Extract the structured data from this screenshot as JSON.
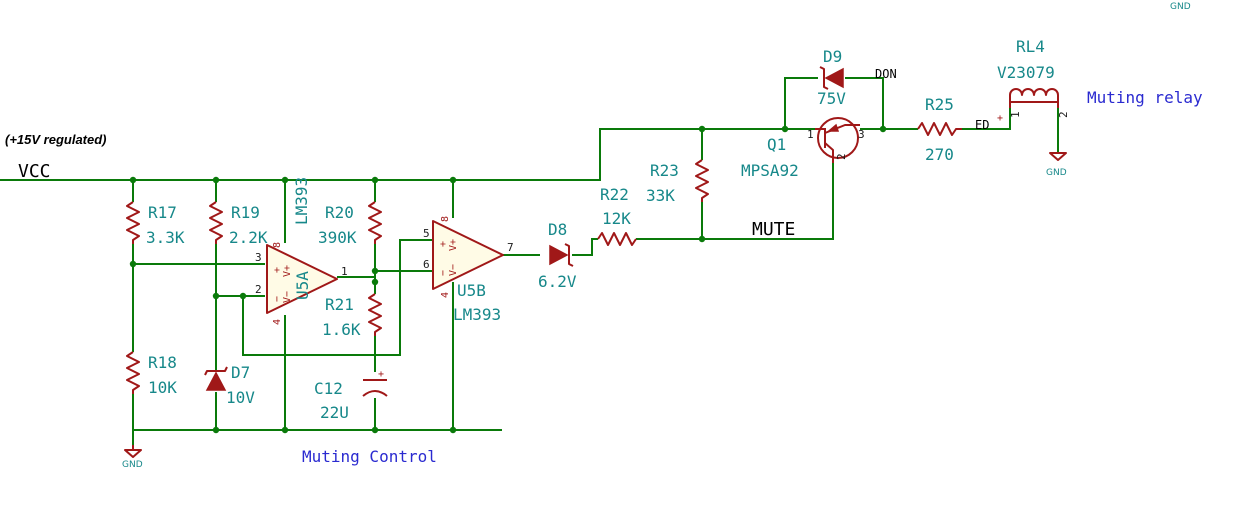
{
  "title_note": "(+15V regulated)",
  "nets": {
    "vcc": "VCC",
    "mute": "MUTE",
    "don": "DON",
    "ed": "ED"
  },
  "gnd_labels": {
    "corner": "GND",
    "r18": "GND",
    "relay": "GND"
  },
  "components": {
    "r17": {
      "ref": "R17",
      "value": "3.3K"
    },
    "r18": {
      "ref": "R18",
      "value": "10K"
    },
    "r19": {
      "ref": "R19",
      "value": "2.2K"
    },
    "d7": {
      "ref": "D7",
      "value": "10V"
    },
    "r20": {
      "ref": "R20",
      "value": "390K"
    },
    "r21": {
      "ref": "R21",
      "value": "1.6K"
    },
    "c12": {
      "ref": "C12",
      "value": "22U",
      "plus": "+"
    },
    "u5a": {
      "ref": "U5A",
      "value": "LM393"
    },
    "u5b": {
      "ref": "U5B",
      "value": "LM393"
    },
    "d8": {
      "ref": "D8",
      "value": "6.2V"
    },
    "r22": {
      "ref": "R22",
      "value": "12K"
    },
    "r23": {
      "ref": "R23",
      "value": "33K"
    },
    "q1": {
      "ref": "Q1",
      "value": "MPSA92"
    },
    "d9": {
      "ref": "D9",
      "value": "75V"
    },
    "r25": {
      "ref": "R25",
      "value": "270"
    },
    "rl4": {
      "ref": "RL4",
      "value": "V23079",
      "plus": "+"
    }
  },
  "pins": {
    "u5a": {
      "in_plus": "3",
      "in_minus": "2",
      "out": "1",
      "vplus": "8",
      "vminus": "4"
    },
    "u5b": {
      "in_plus": "5",
      "in_minus": "6",
      "out": "7",
      "vplus": "8",
      "vminus": "4"
    },
    "q1": {
      "b": "1",
      "e": "3",
      "c": "2"
    },
    "rl4": {
      "p1": "1",
      "p2": "2"
    }
  },
  "opamp_marks": {
    "plus": "+",
    "minus": "−",
    "vplus": "V+",
    "vminus": "V−"
  },
  "annotations": {
    "muting_relay": "Muting relay",
    "muting_control": "Muting Control"
  }
}
